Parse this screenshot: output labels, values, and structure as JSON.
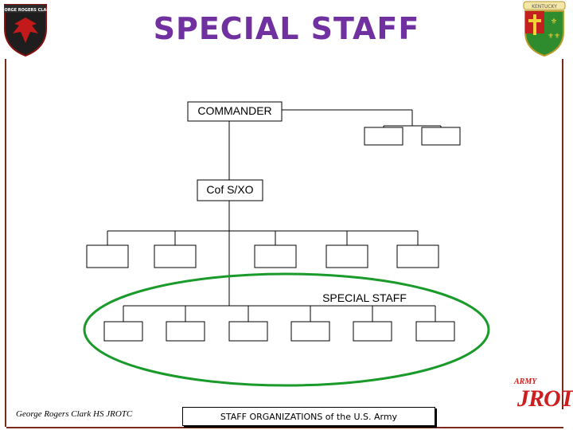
{
  "slide": {
    "title": "SPECIAL STAFF"
  },
  "org_chart": {
    "top_box": "COMMANDER",
    "second_box": "Cof S/XO",
    "special_group_label": "SPECIAL STAFF"
  },
  "footer": {
    "school": "George Rogers Clark HS JROTC",
    "caption": "STAFF ORGANIZATIONS of the U.S. Army"
  },
  "logos": {
    "left_banner": "GEORGE ROGERS CLARK",
    "right_banner": "KENTUCKY",
    "jrotc_small": "ARMY",
    "jrotc_large": "JROTC"
  },
  "colors": {
    "title": "#7030a0",
    "ellipse": "#1a9a2a",
    "jrotc": "#cc1f1f"
  }
}
